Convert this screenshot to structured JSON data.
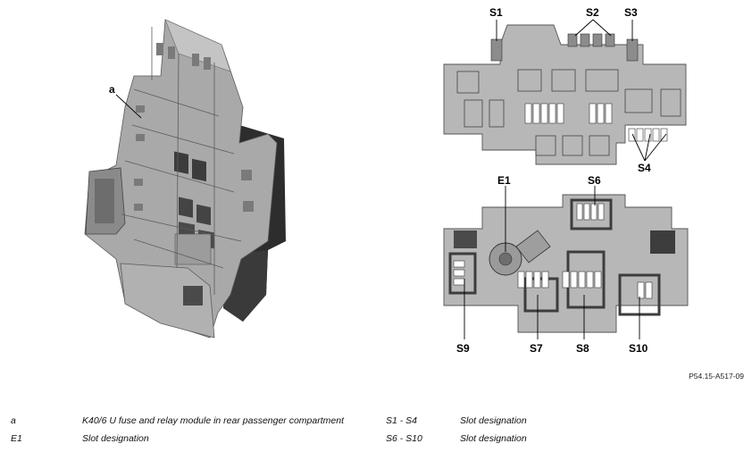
{
  "callouts": {
    "a": "a",
    "s1": "S1",
    "s2": "S2",
    "s3": "S3",
    "s4": "S4",
    "e1": "E1",
    "s6": "S6",
    "s7": "S7",
    "s8": "S8",
    "s9": "S9",
    "s10": "S10"
  },
  "figure_reference": "P54.15-A517-09",
  "legend": {
    "rows": [
      {
        "key": "a",
        "text": "K40/6 U fuse and relay module in rear passenger compartment"
      },
      {
        "key": "E1",
        "text": "Slot designation"
      },
      {
        "key": "S1 - S4",
        "text": "Slot designation"
      },
      {
        "key": "S6 - S10",
        "text": "Slot designation"
      }
    ]
  }
}
